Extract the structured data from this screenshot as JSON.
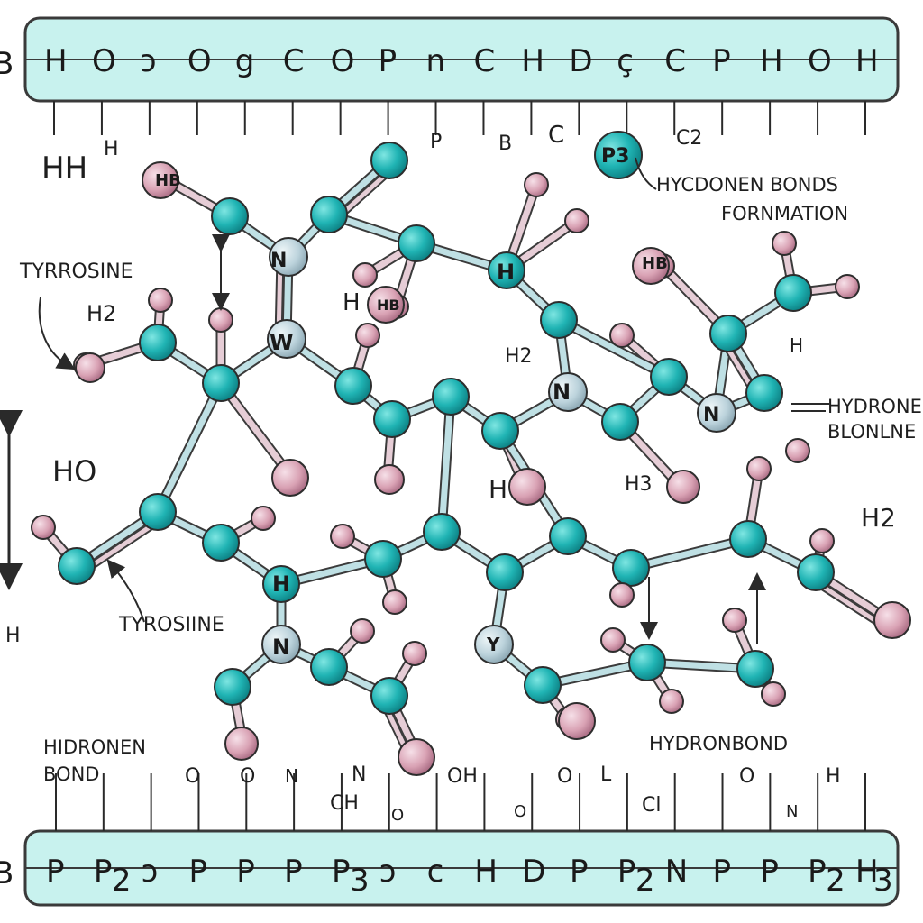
{
  "top_band": {
    "text": "-H-O-ɔ-O-g-C-O-P-n-C-H-D-ç-C-P-H-O-H-",
    "tokens": [
      "H",
      "O",
      "ɔ",
      "O",
      "g",
      "C",
      "O",
      "P",
      "n",
      "C",
      "H",
      "D",
      "ç",
      "C",
      "P",
      "H",
      "O",
      "H"
    ]
  },
  "bottom_band": {
    "tokens": [
      "P",
      "P",
      "ɔ",
      "P",
      "P",
      "P",
      "P",
      "ɔ",
      "c",
      "H",
      "D",
      "P",
      "P",
      "N",
      "P",
      "P",
      "P",
      "H"
    ],
    "subscripts": [
      "",
      "2",
      "",
      "",
      "",
      "",
      "3",
      "",
      "",
      "",
      "",
      "",
      "2",
      "",
      "",
      "",
      "2",
      "3"
    ]
  },
  "left_edge_glyph": "B",
  "labels": {
    "hh": "HH",
    "h_top_left": "H",
    "p_top": "P",
    "b_top": "B",
    "c_top": "C",
    "c2_top": "C2",
    "p3_badge": "P3",
    "hbond_formation_1": "HYCDONEN BONDS",
    "hbond_formation_2": "FORNMATION",
    "tyrosine_top": "TYRROSINE",
    "h2_left": "H2",
    "h_mid": "H",
    "h2_mid": "H2",
    "h_right": "H",
    "hydrone_1": "HYDRONE",
    "hydrone_2": "BLONLNE",
    "ho_left": "HO",
    "h_center": "H",
    "h3_center": "H3",
    "h2_right": "H2",
    "tyrosine_bottom": "TYROSIINE",
    "h33_left": "H",
    "hidronen_1": "HIDRONEN",
    "hidronen_2": "BOND",
    "hydronbond": "HYDRONBOND",
    "bottom_o3": "O",
    "bottom_o_v": "O",
    "bottom_n": "N",
    "bottom_n2": "N",
    "bottom_ch": "CH",
    "bottom_o_small": "O",
    "bottom_oh": "OH",
    "bottom_o_mid": "O",
    "bottom_o2": "O",
    "bottom_l2": "L",
    "bottom_cl": "Cl",
    "bottom_o_right": "O",
    "bottom_n_right": "N",
    "bottom_h2": "H"
  },
  "atom_letters": {
    "hb_1": "HB",
    "n_1": "N",
    "w_1": "W",
    "hb_2": "HB",
    "h_center_atom": "H",
    "n_center": "N",
    "n_right": "N",
    "hb_3": "HB",
    "h_lower": "H",
    "n_lower": "N",
    "y_lower": "Y"
  },
  "colors": {
    "band_fill": "#c8f2ee",
    "band_stroke": "#3a3a3a",
    "carbon": "#20b4b4",
    "carbon_dark": "#0f8a8c",
    "hydrogen": "#d9a2b4",
    "hydrogen_dark": "#b07088",
    "nitrogen": "#bcd3dc",
    "bond": "#bfe0e4",
    "bond_pink": "#e6cdd6",
    "bond_stroke": "#3b3b3b"
  }
}
